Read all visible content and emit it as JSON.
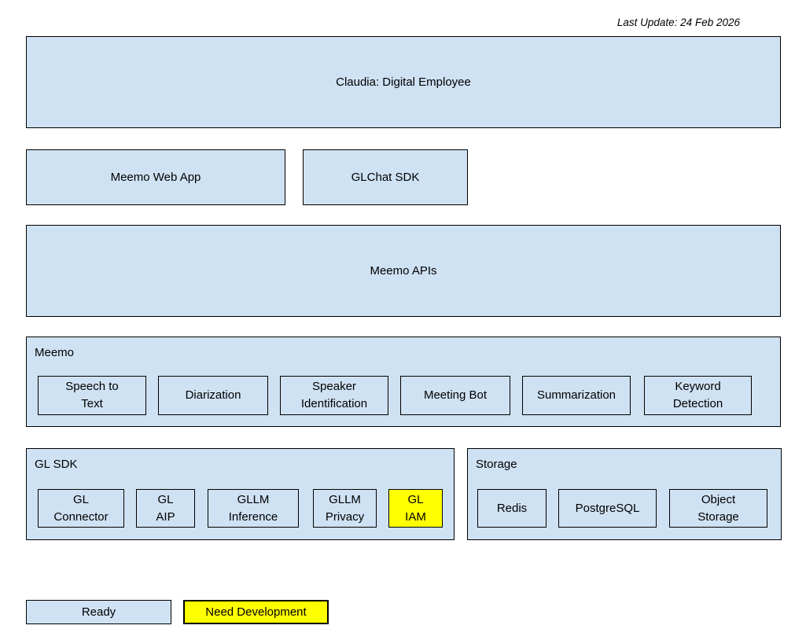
{
  "meta": {
    "last_update": "Last Update: 24 Feb 2026"
  },
  "colors": {
    "ready_fill": "#cfe2f3",
    "need_development_fill": "#ffff00",
    "border": "#000000",
    "background": "#ffffff"
  },
  "diagram": {
    "title_box": "Claudia: Digital Employee",
    "apps": {
      "web_app": "Meemo Web App",
      "glchat_sdk": "GLChat SDK"
    },
    "apis_box": "Meemo APIs",
    "meemo": {
      "label": "Meemo",
      "items": [
        "Speech to\nText",
        "Diarization",
        "Speaker\nIdentification",
        "Meeting Bot",
        "Summarization",
        "Keyword\nDetection"
      ]
    },
    "gl_sdk": {
      "label": "GL SDK",
      "items": [
        "GL\nConnector",
        "GL\nAIP",
        "GLLM\nInference",
        "GLLM\nPrivacy",
        "GL\nIAM"
      ]
    },
    "storage": {
      "label": "Storage",
      "items": [
        "Redis",
        "PostgreSQL",
        "Object\nStorage"
      ]
    }
  },
  "legend": {
    "ready": "Ready",
    "need_development": "Need Development"
  }
}
